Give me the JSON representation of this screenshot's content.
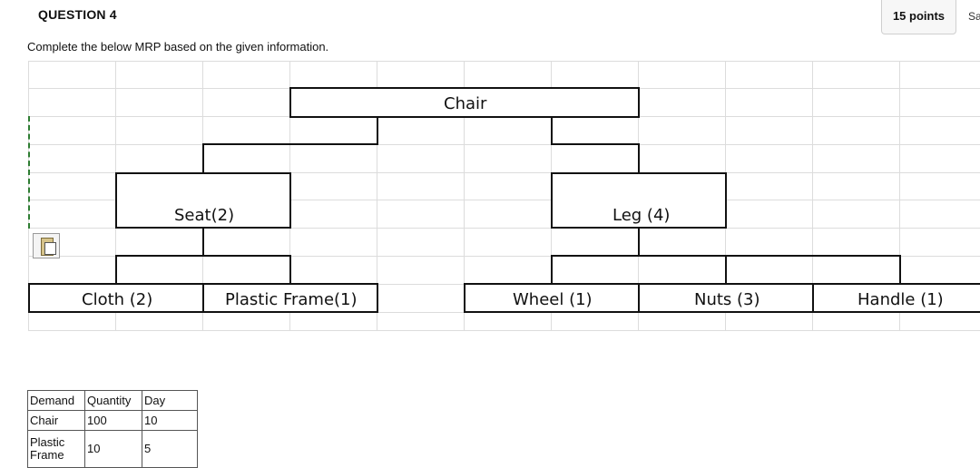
{
  "question": {
    "title": "QUESTION 4",
    "points": "15 points",
    "save_label": "Sa"
  },
  "instruction": "Complete the below MRP based on the given information.",
  "bom": {
    "root": "Chair",
    "level1": [
      "Seat(2)",
      "Leg (4)"
    ],
    "level2": [
      "Cloth (2)",
      "Plastic Frame(1)",
      "Wheel (1)",
      "Nuts (3)",
      "Handle (1)"
    ]
  },
  "demand_table": {
    "headers": [
      "Demand",
      "Quantity",
      "Day"
    ],
    "rows": [
      [
        "Chair",
        "100",
        "10"
      ],
      [
        "Plastic Frame",
        "10",
        "5"
      ]
    ]
  },
  "icons": {
    "paste": "paste-options-icon"
  },
  "colors": {
    "selection_marquee": "#2e7d32",
    "gridline": "#dcdcdc"
  }
}
